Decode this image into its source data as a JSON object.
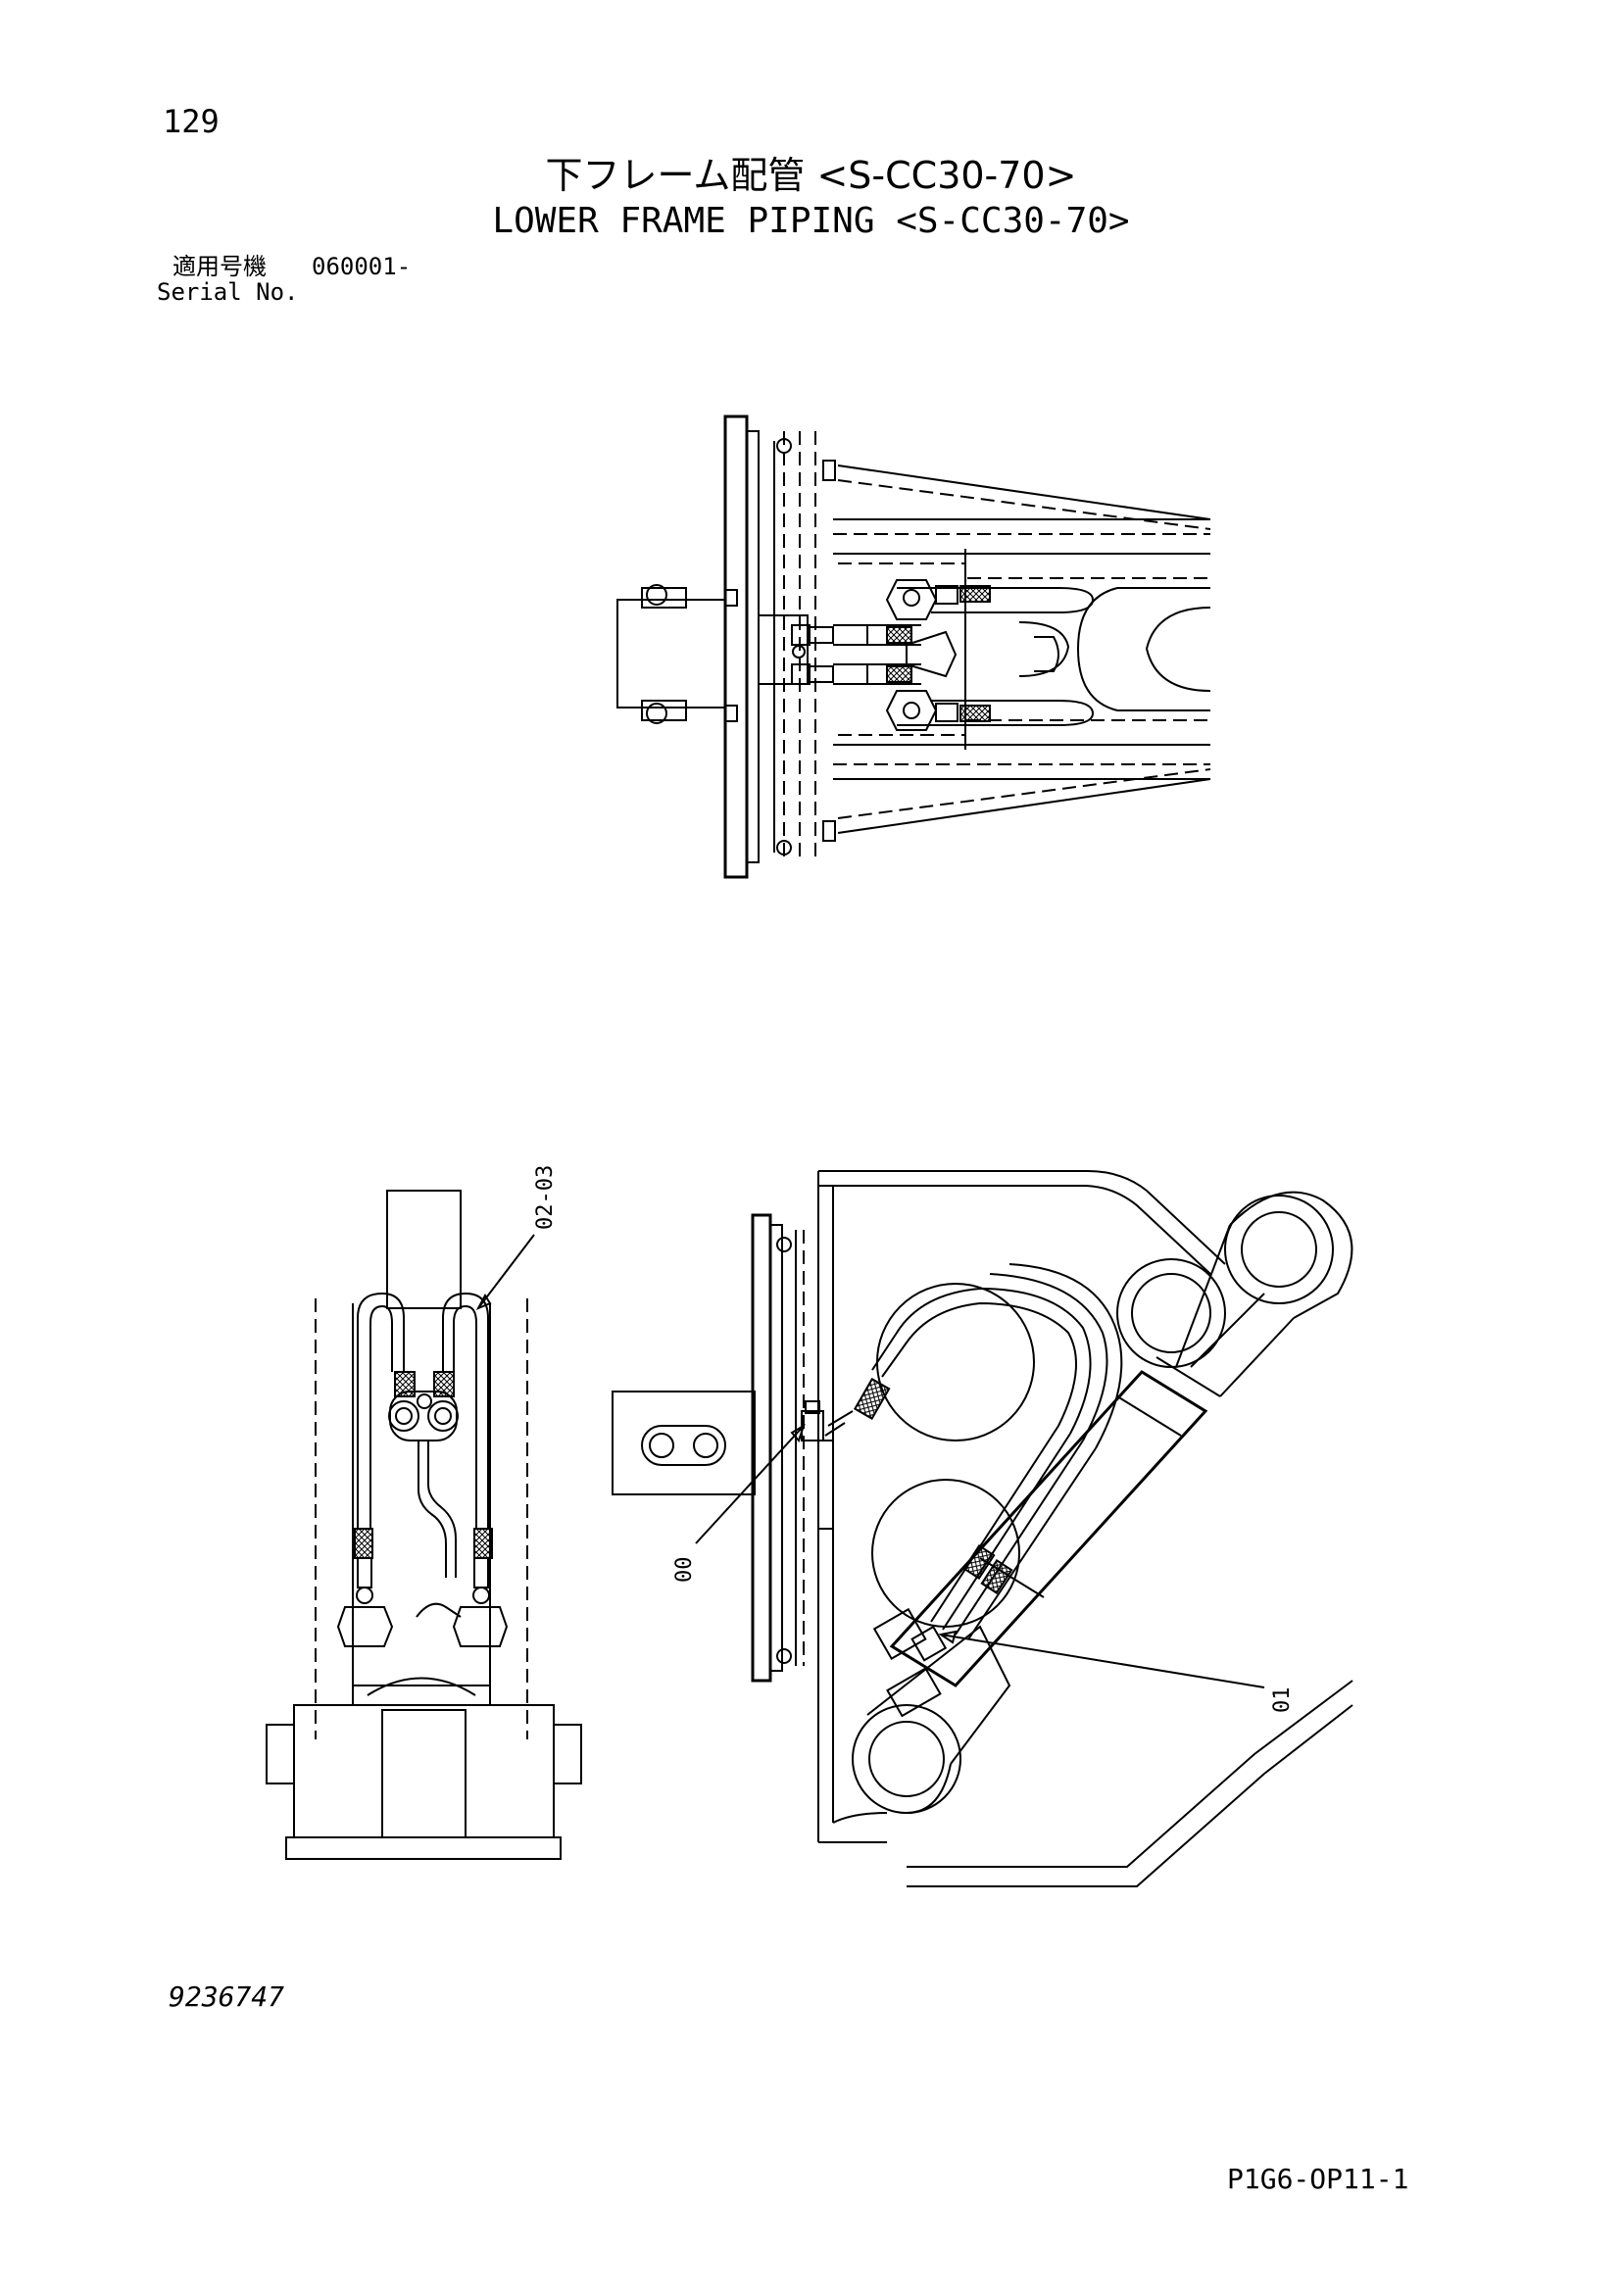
{
  "header": {
    "page_number": "129",
    "title_ja": "下フレーム配管 <S-CC30-70>",
    "title_en": "LOWER FRAME PIPING <S-CC30-70>",
    "serial_label_ja": "適用号機",
    "serial_value": "060001-",
    "serial_label_en": "Serial No."
  },
  "callouts": {
    "part_00": "00",
    "part_01": "01",
    "part_02_03": "02-03"
  },
  "footer": {
    "drawing_number": "9236747",
    "sheet_code": "P1G6-OP11-1"
  }
}
